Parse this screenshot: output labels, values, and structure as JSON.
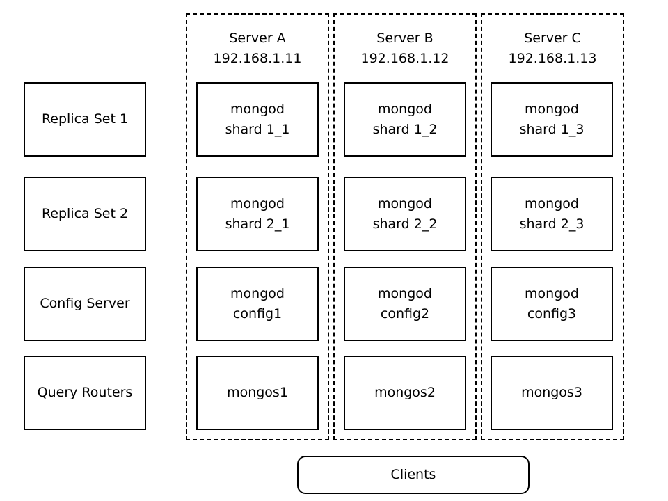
{
  "row_labels": {
    "replica_set_1": "Replica Set 1",
    "replica_set_2": "Replica Set 2",
    "config_server": "Config Server",
    "query_routers": "Query Routers"
  },
  "servers": [
    {
      "name": "Server A",
      "ip": "192.168.1.11",
      "shard1": {
        "line1": "mongod",
        "line2": "shard 1_1"
      },
      "shard2": {
        "line1": "mongod",
        "line2": "shard 2_1"
      },
      "config": {
        "line1": "mongod",
        "line2": "config1"
      },
      "router": "mongos1"
    },
    {
      "name": "Server B",
      "ip": "192.168.1.12",
      "shard1": {
        "line1": "mongod",
        "line2": "shard 1_2"
      },
      "shard2": {
        "line1": "mongod",
        "line2": "shard 2_2"
      },
      "config": {
        "line1": "mongod",
        "line2": "config2"
      },
      "router": "mongos2"
    },
    {
      "name": "Server C",
      "ip": "192.168.1.13",
      "shard1": {
        "line1": "mongod",
        "line2": "shard 1_3"
      },
      "shard2": {
        "line1": "mongod",
        "line2": "shard 2_3"
      },
      "config": {
        "line1": "mongod",
        "line2": "config3"
      },
      "router": "mongos3"
    }
  ],
  "clients_label": "Clients"
}
